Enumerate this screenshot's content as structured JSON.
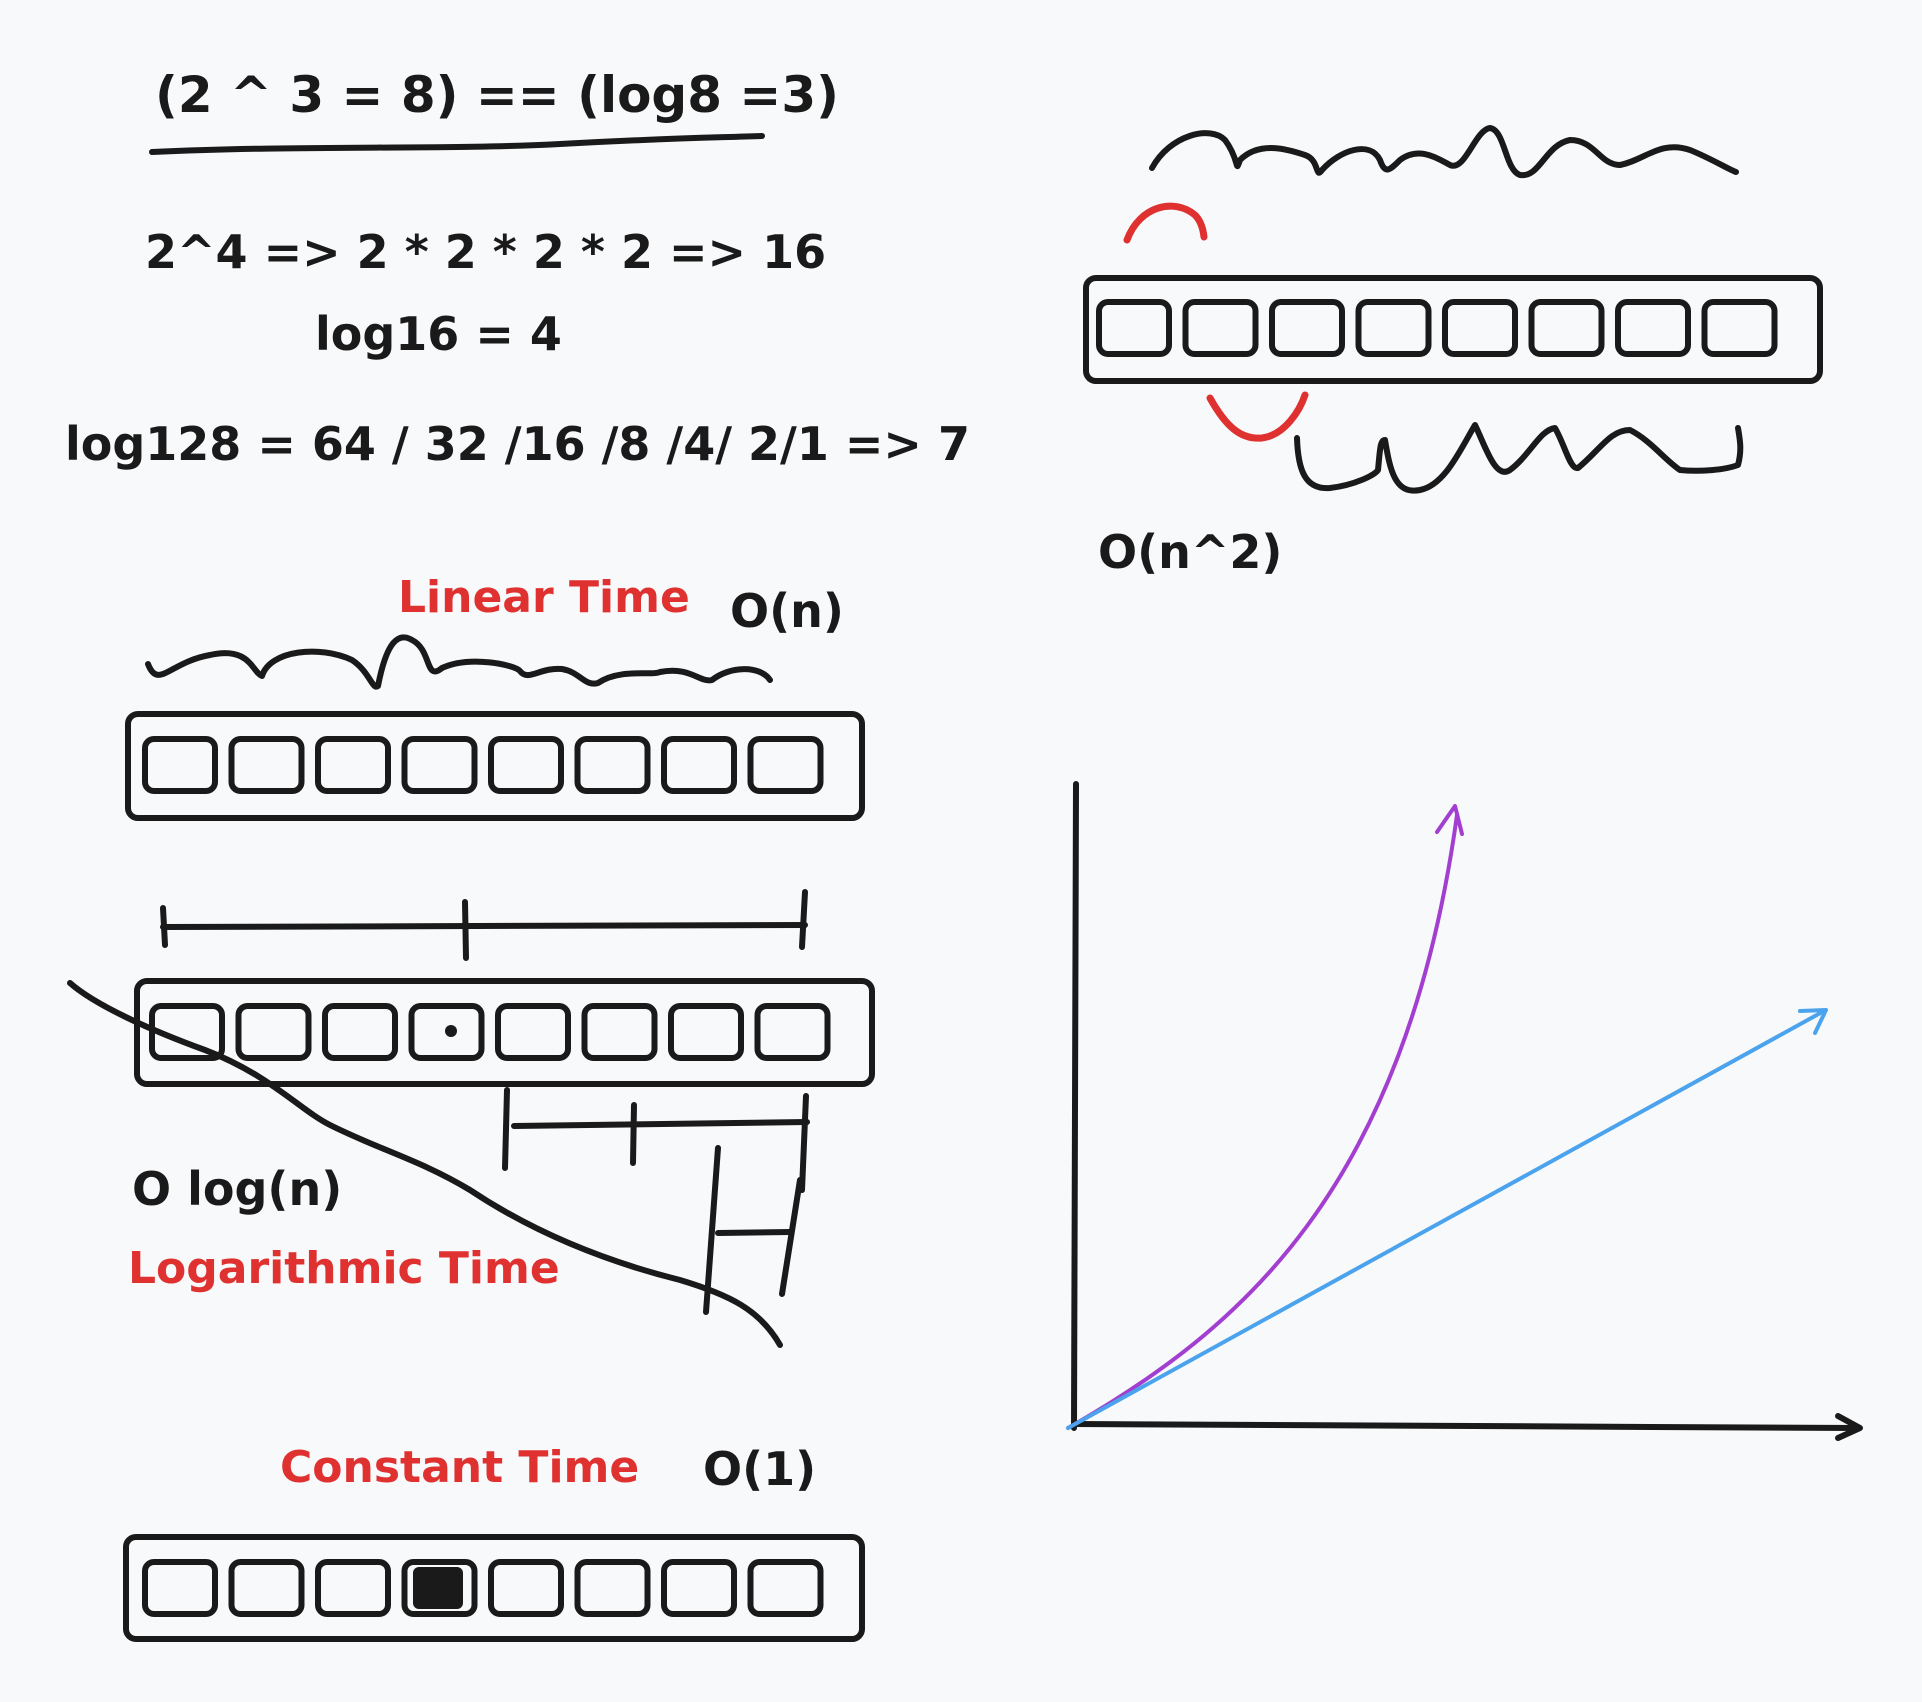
{
  "math": {
    "line1": "(2 ^ 3 = 8) == (log8 =3)",
    "line2": "2^4 => 2 * 2 * 2 * 2 => 16",
    "line3": "log16 = 4",
    "line4": "log128 = 64 / 32 /16 /8 /4/ 2/1 => 7"
  },
  "linear": {
    "title": "Linear Time",
    "notation": "O(n)"
  },
  "logarithmic": {
    "notation": "O log(n)",
    "title": "Logarithmic Time"
  },
  "constant": {
    "title": "Constant Time",
    "notation": "O(1)"
  },
  "quadratic": {
    "notation": "O(n^2)"
  },
  "colors": {
    "ink": "#1a1a1a",
    "label_red": "#e03131",
    "curve_purple": "#a33fd0",
    "line_blue": "#4aa3ec",
    "background": "#f8f9fb"
  }
}
